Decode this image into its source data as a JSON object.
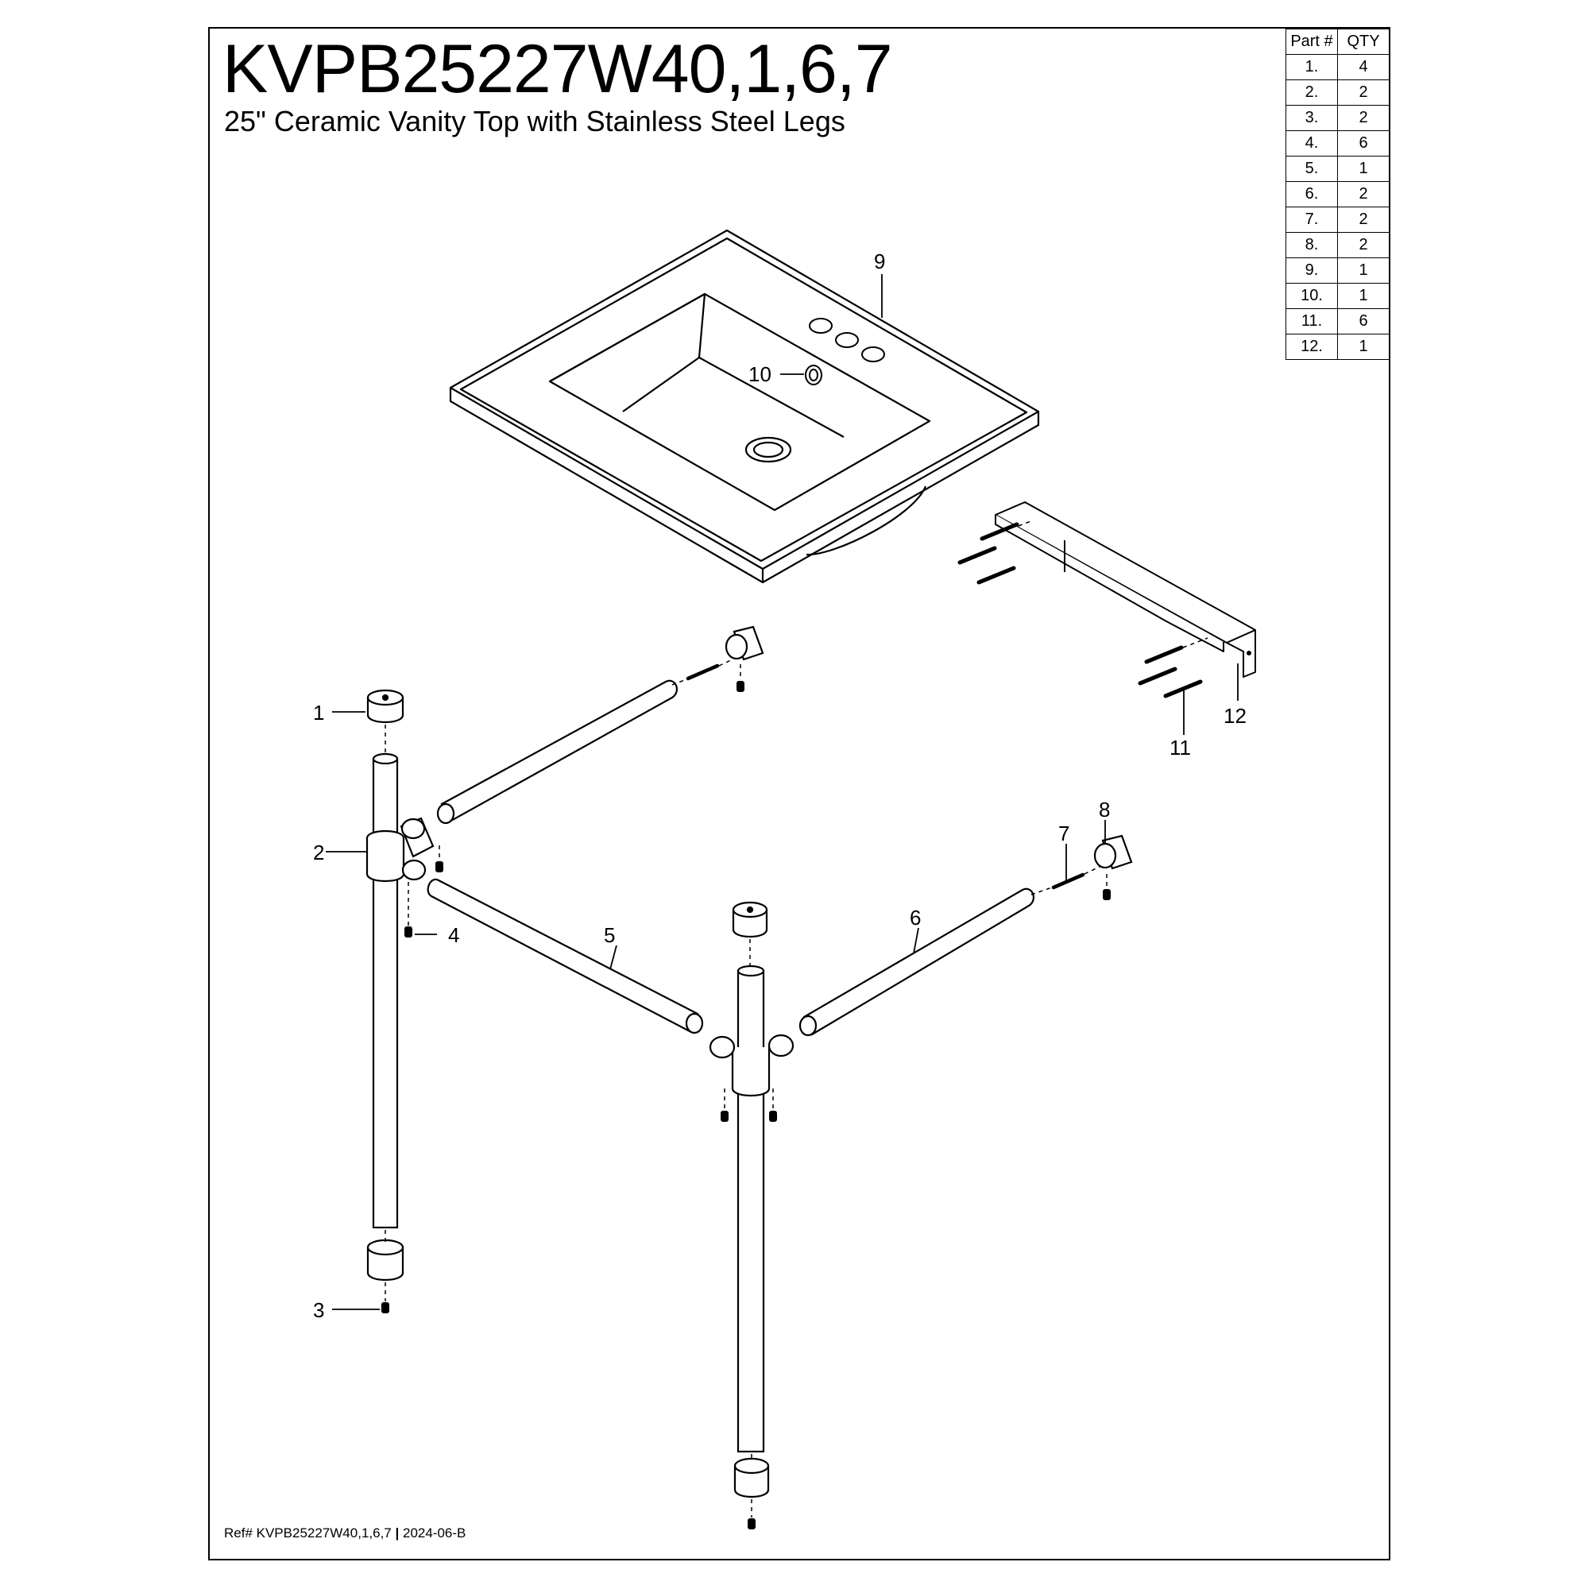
{
  "header": {
    "title": "KVPB25227W40,1,6,7",
    "subtitle": "25\" Ceramic Vanity Top with Stainless Steel Legs"
  },
  "parts_table": {
    "col_part": "Part #",
    "col_qty": "QTY",
    "rows": [
      {
        "part": "1.",
        "qty": "4"
      },
      {
        "part": "2.",
        "qty": "2"
      },
      {
        "part": "3.",
        "qty": "2"
      },
      {
        "part": "4.",
        "qty": "6"
      },
      {
        "part": "5.",
        "qty": "1"
      },
      {
        "part": "6.",
        "qty": "2"
      },
      {
        "part": "7.",
        "qty": "2"
      },
      {
        "part": "8.",
        "qty": "2"
      },
      {
        "part": "9.",
        "qty": "1"
      },
      {
        "part": "10.",
        "qty": "1"
      },
      {
        "part": "11.",
        "qty": "6"
      },
      {
        "part": "12.",
        "qty": "1"
      }
    ]
  },
  "callouts": {
    "c1": "1",
    "c2": "2",
    "c3": "3",
    "c4": "4",
    "c5": "5",
    "c6": "6",
    "c7": "7",
    "c8": "8",
    "c9": "9",
    "c10": "10",
    "c11": "11",
    "c12": "12"
  },
  "footer": {
    "ref": "Ref# KVPB25227W40,1,6,7",
    "separator": "|",
    "revision": "2024-06-B"
  }
}
